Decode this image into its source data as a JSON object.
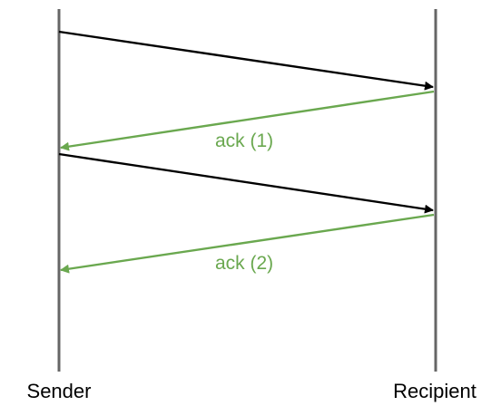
{
  "participants": {
    "sender": "Sender",
    "recipient": "Recipient"
  },
  "messages": [
    {
      "from": "sender",
      "to": "recipient",
      "label": "",
      "color": "#000000"
    },
    {
      "from": "recipient",
      "to": "sender",
      "label": "ack (1)",
      "color": "#6aa84f"
    },
    {
      "from": "sender",
      "to": "recipient",
      "label": "",
      "color": "#000000"
    },
    {
      "from": "recipient",
      "to": "sender",
      "label": "ack (2)",
      "color": "#6aa84f"
    }
  ],
  "colors": {
    "data_message": "#000000",
    "ack_message": "#6aa84f",
    "lifeline": "#666666"
  }
}
